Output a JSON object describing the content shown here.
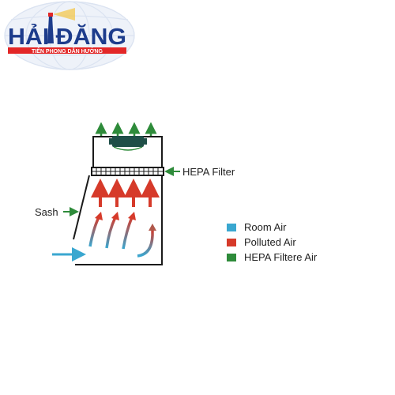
{
  "logo": {
    "brand": "HẢI ĐĂNG",
    "tagline": "TIÊN PHONG DẪN HƯỚNG",
    "colors": {
      "text": "#1d3c8c",
      "accent": "#e32727",
      "globe": "#dbe3f1"
    }
  },
  "diagram": {
    "labels": {
      "hepa_filter": "HEPA Filter",
      "sash": "Sash"
    },
    "colors": {
      "cabinet": "#1a1a1a",
      "room_air": "#3aa7d0",
      "polluted_air": "#d63a2a",
      "hepa_air": "#2e8b3a",
      "fan": "#1f4f48"
    }
  },
  "legend": [
    {
      "label": "Room Air",
      "color": "#3aa7d0"
    },
    {
      "label": "Polluted Air",
      "color": "#d63a2a"
    },
    {
      "label": "HEPA Filtere Air",
      "color": "#2e8b3a"
    }
  ]
}
